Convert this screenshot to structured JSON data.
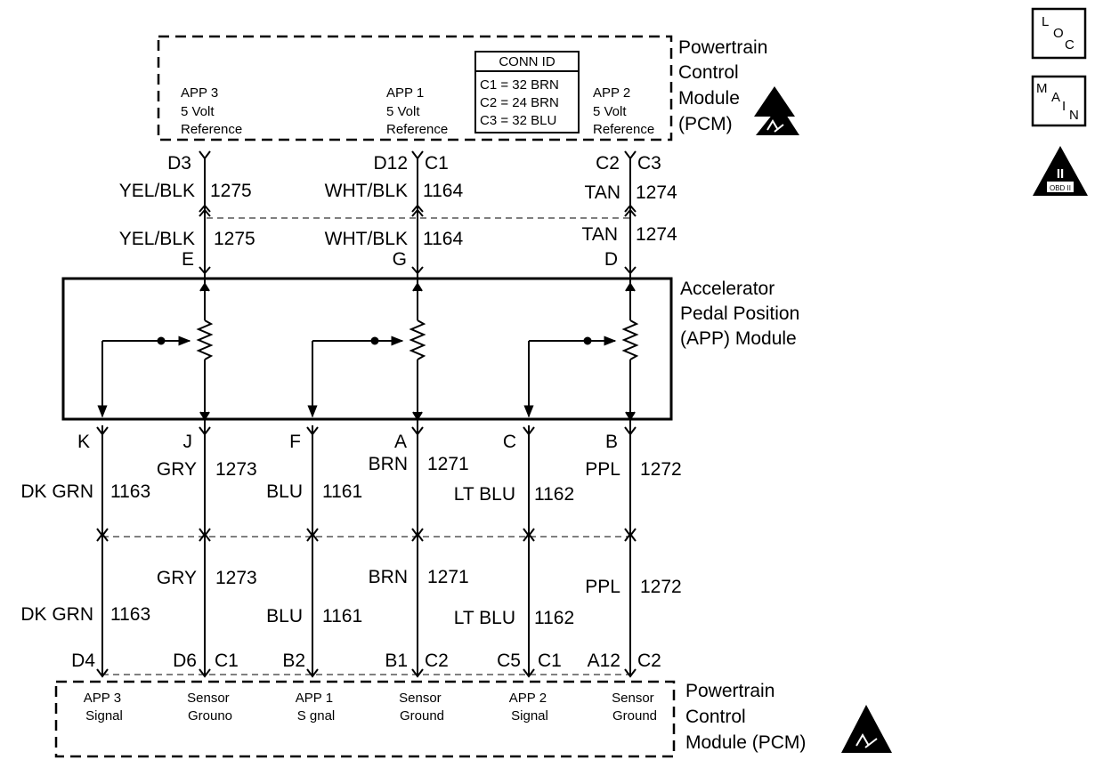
{
  "pcm_top": {
    "title_lines": [
      "Powertrain",
      "Control",
      "Module",
      "(PCM)"
    ],
    "app3_lines": [
      "APP 3",
      "5 Volt",
      "Reference"
    ],
    "app1_lines": [
      "APP 1",
      "5 Volt",
      "Reference"
    ],
    "app2_lines": [
      "APP 2",
      "5 Volt",
      "Reference"
    ],
    "conn_id": {
      "header": "CONN ID",
      "rows": [
        "C1 = 32 BRN",
        "C2 = 24 BRN",
        "C3 = 32 BLU"
      ]
    },
    "pins": {
      "app3": "D3",
      "app1": "D12",
      "app1_conn": "C1",
      "app2": "C2",
      "app2_conn": "C3"
    }
  },
  "upper_wires": {
    "app3": {
      "color": "YEL/BLK",
      "circuit": "1275",
      "pin": "E"
    },
    "app1": {
      "color": "WHT/BLK",
      "circuit": "1164",
      "pin": "G"
    },
    "app2": {
      "color": "TAN",
      "circuit": "1274",
      "pin": "D"
    }
  },
  "app_module": {
    "title_lines": [
      "Accelerator",
      "Pedal Position",
      "(APP) Module"
    ]
  },
  "lower_wires": {
    "k": {
      "pin": "K",
      "color": "DK GRN",
      "circuit": "1163"
    },
    "j": {
      "pin": "J",
      "color": "GRY",
      "circuit": "1273"
    },
    "f": {
      "pin": "F",
      "color": "BLU",
      "circuit": "1161"
    },
    "a": {
      "pin": "A",
      "color": "BRN",
      "circuit": "1271"
    },
    "c": {
      "pin": "C",
      "color": "LT BLU",
      "circuit": "1162"
    },
    "b": {
      "pin": "B",
      "color": "PPL",
      "circuit": "1272"
    }
  },
  "pcm_bottom": {
    "title_lines": [
      "Powertrain",
      "Control",
      "Module (PCM)"
    ],
    "pins": {
      "app3_signal": "D4",
      "app3_ground": "D6",
      "app3_ground_conn": "C1",
      "app1_signal": "B2",
      "app1_ground": "B1",
      "app1_ground_conn": "C2",
      "app2_signal": "C5",
      "app2_signal_conn": "C1",
      "app2_ground": "A12",
      "app2_ground_conn": "C2"
    },
    "labels": {
      "app3_signal": [
        "APP 3",
        "Signal"
      ],
      "app3_ground": [
        "Sensor",
        "Grouno"
      ],
      "app1_signal": [
        "APP 1",
        "S gnal"
      ],
      "app1_ground": [
        "Sensor",
        "Ground"
      ],
      "app2_signal": [
        "APP 2",
        "Signal"
      ],
      "app2_ground": [
        "Sensor",
        "Ground"
      ]
    }
  },
  "side_icons": {
    "loc": [
      "L",
      "O",
      "C"
    ],
    "main": [
      "M",
      "A",
      "I",
      "N"
    ],
    "obd": {
      "numeral": "II",
      "caption": "OBD II"
    }
  }
}
